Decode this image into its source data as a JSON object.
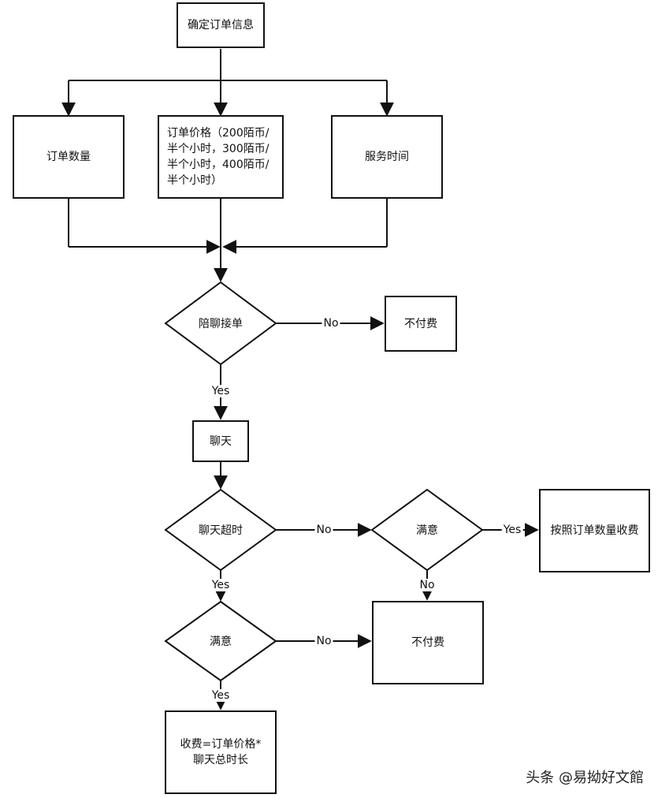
{
  "nodes": {
    "confirm_order": "确定订单信息",
    "order_quantity": "订单数量",
    "order_price": "订单价格（200陌币/半个小时，300陌币/半个小时，400陌币/半个小时）",
    "service_time": "服务时间",
    "accept_order": "陪聊接单",
    "no_pay_1": "不付费",
    "chat": "聊天",
    "chat_timeout": "聊天超时",
    "satisfied_right": "满意",
    "charge_by_quantity": "按照订单数量收费",
    "satisfied_left": "满意",
    "no_pay_2": "不付费",
    "fee_formula": "收费=订单价格*聊天总时长"
  },
  "edges": {
    "accept_no": "No",
    "accept_yes": "Yes",
    "timeout_no": "No",
    "timeout_yes": "Yes",
    "sat_right_yes": "Yes",
    "sat_right_no": "No",
    "sat_left_no": "No",
    "sat_left_yes": "Yes"
  },
  "watermark": "头条 @易拗好文館"
}
